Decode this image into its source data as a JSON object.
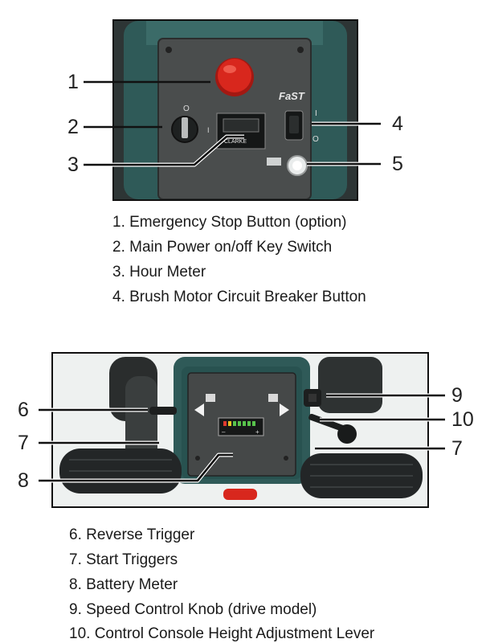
{
  "top": {
    "brand_logo": "FaST",
    "hour_meter_text": "CLARKE",
    "numbers": [
      "1",
      "2",
      "3",
      "4",
      "5"
    ],
    "captions": [
      "1. Emergency Stop Button (option)",
      "2. Main Power on/off Key Switch",
      "3. Hour Meter",
      "4. Brush Motor Circuit Breaker Button"
    ]
  },
  "bottom": {
    "numbers": [
      "6",
      "7",
      "8",
      "9",
      "10",
      "7"
    ],
    "captions": [
      "6. Reverse Trigger",
      "7. Start Triggers",
      "8. Battery Meter",
      "9. Speed Control Knob (drive model)",
      "10. Control Console Height Adjustment Lever"
    ]
  },
  "colors": {
    "machine_green": "#2f5a58",
    "panel_plate": "#4a4d4d",
    "estop_red": "#d8271d",
    "grip_black": "#232627"
  },
  "icons": [
    "emergency-stop-icon",
    "key-switch-icon",
    "hour-meter-icon",
    "rocker-switch-icon",
    "circuit-breaker-icon",
    "battery-meter-icon",
    "speed-knob-icon",
    "height-lever-icon",
    "reverse-trigger-icon",
    "handle-grip-icon"
  ]
}
